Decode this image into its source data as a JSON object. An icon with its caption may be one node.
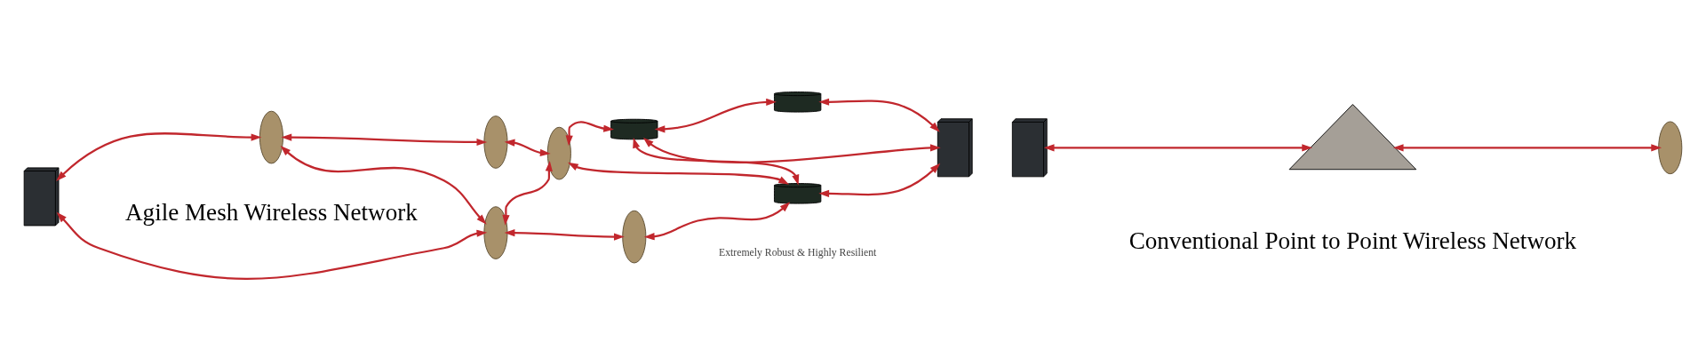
{
  "diagram": {
    "nodes": [
      {
        "text": [],
        "shape": "box"
      },
      {
        "text": [],
        "shape": "person"
      },
      {
        "text": [],
        "shape": "person"
      },
      {
        "text": [],
        "shape": "person"
      },
      {
        "text": [],
        "shape": "cylinder"
      },
      {
        "text": [],
        "shape": "cylinder"
      },
      {
        "text": [],
        "shape": "box"
      },
      {
        "text": [],
        "shape": "person"
      },
      {
        "text": [],
        "shape": "person"
      },
      {
        "text": [],
        "shape": "cylinder"
      },
      {
        "text": [],
        "shape": "box"
      },
      {
        "text": [],
        "shape": "triangle"
      },
      {
        "text": [],
        "shape": "person"
      }
    ],
    "edges": [
      {
        "from": 0,
        "to": 1,
        "arrow": "both"
      },
      {
        "from": 1,
        "to": 2,
        "arrow": "both"
      },
      {
        "from": 2,
        "to": 3,
        "arrow": "both"
      },
      {
        "from": 3,
        "to": 4,
        "arrow": "both"
      },
      {
        "from": 4,
        "to": 5,
        "arrow": "both"
      },
      {
        "from": 5,
        "to": 6,
        "arrow": "both"
      },
      {
        "from": 1,
        "to": 7,
        "arrow": "both"
      },
      {
        "from": 7,
        "to": 3,
        "arrow": "both"
      },
      {
        "from": 3,
        "to": 9,
        "arrow": "both"
      },
      {
        "from": 4,
        "to": 9,
        "arrow": "both"
      },
      {
        "from": 4,
        "to": 6,
        "arrow": "both"
      },
      {
        "from": 0,
        "to": 7,
        "arrow": "both"
      },
      {
        "from": 7,
        "to": 8,
        "arrow": "both"
      },
      {
        "from": 8,
        "to": 9,
        "arrow": "both"
      },
      {
        "from": 9,
        "to": 6,
        "arrow": "both"
      },
      {
        "from": 10,
        "to": 11,
        "arrow": "both"
      },
      {
        "from": 11,
        "to": 12,
        "arrow": "both"
      }
    ],
    "labels": [
      "Agile Mesh Wireless Network",
      "Conventional Point to Point Wireless Network",
      "Extremely Robust & Highly Resilient"
    ]
  }
}
